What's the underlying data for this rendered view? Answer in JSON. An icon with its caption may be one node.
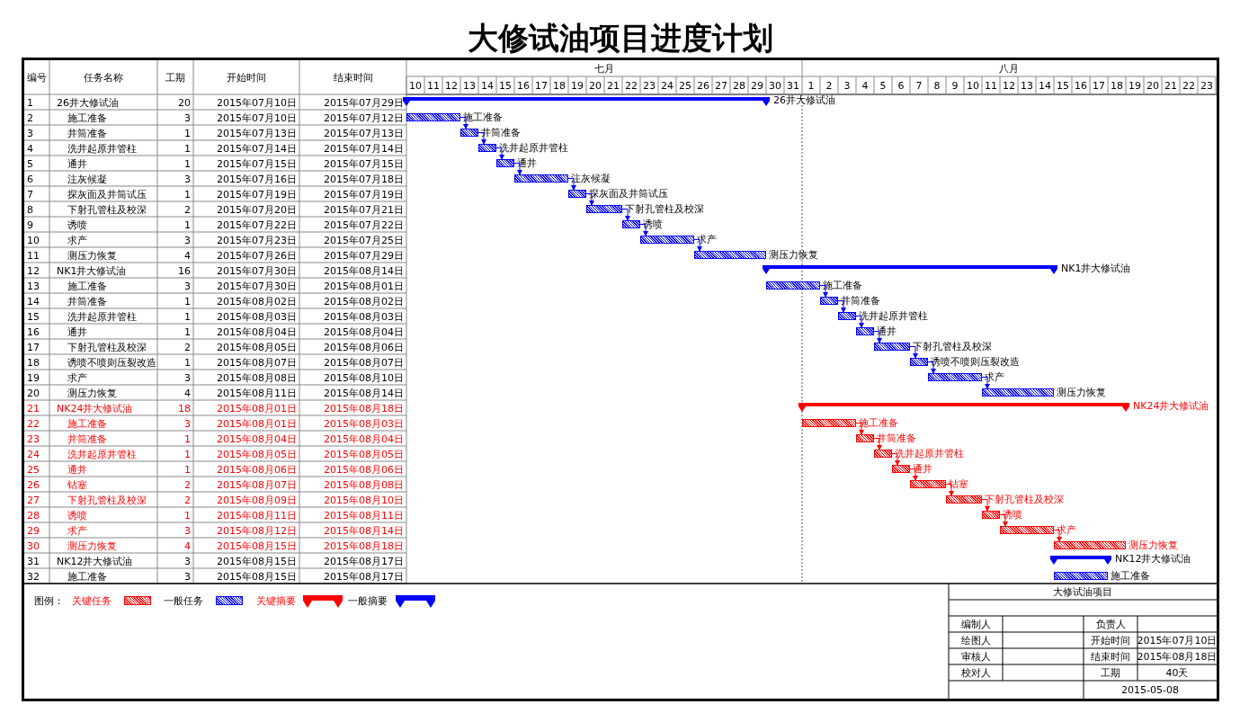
{
  "diagram": {
    "title": "大修试油项目进度计划",
    "nodes": [
      {
        "text": [],
        "shape": "bar",
        "beside": [
          "26井大修试油"
        ]
      },
      {
        "text": [],
        "shape": "bar",
        "beside": [
          "施工准备"
        ]
      },
      {
        "text": [],
        "shape": "bar",
        "beside": [
          "井筒准备"
        ]
      },
      {
        "text": [],
        "shape": "bar",
        "beside": [
          "洗井起原井管柱"
        ]
      },
      {
        "text": [],
        "shape": "bar",
        "beside": [
          "通井"
        ]
      },
      {
        "text": [],
        "shape": "bar",
        "beside": [
          "注灰候凝"
        ]
      },
      {
        "text": [],
        "shape": "bar",
        "beside": [
          "探灰面及井筒试压"
        ]
      },
      {
        "text": [],
        "shape": "bar",
        "beside": [
          "下射孔管柱及校深"
        ]
      },
      {
        "text": [],
        "shape": "bar",
        "beside": [
          "诱喷"
        ]
      },
      {
        "text": [],
        "shape": "bar",
        "beside": [
          "求产"
        ]
      },
      {
        "text": [],
        "shape": "bar",
        "beside": [
          "测压力恢复"
        ]
      },
      {
        "text": [],
        "shape": "bar",
        "beside": [
          "NK1井大修试油"
        ]
      },
      {
        "text": [],
        "shape": "bar",
        "beside": [
          "施工准备"
        ]
      },
      {
        "text": [],
        "shape": "bar",
        "beside": [
          "井筒准备"
        ]
      },
      {
        "text": [],
        "shape": "bar",
        "beside": [
          "洗井起原井管柱"
        ]
      },
      {
        "text": [],
        "shape": "bar",
        "beside": [
          "通井"
        ]
      },
      {
        "text": [],
        "shape": "bar",
        "beside": [
          "下射孔管柱及校深"
        ]
      },
      {
        "text": [],
        "shape": "bar",
        "beside": [
          "诱喷不喷则压裂改造"
        ]
      },
      {
        "text": [],
        "shape": "bar",
        "beside": [
          "求产"
        ]
      },
      {
        "text": [],
        "shape": "bar",
        "beside": [
          "测压力恢复"
        ]
      },
      {
        "text": [],
        "shape": "bar",
        "beside": [
          "NK24井大修试油"
        ]
      },
      {
        "text": [],
        "shape": "bar",
        "beside": [
          "施工准备"
        ]
      },
      {
        "text": [],
        "shape": "bar",
        "beside": [
          "井筒准备"
        ]
      },
      {
        "text": [],
        "shape": "bar",
        "beside": [
          "洗井起原井管柱"
        ]
      },
      {
        "text": [],
        "shape": "bar",
        "beside": [
          "通井"
        ]
      },
      {
        "text": [],
        "shape": "bar",
        "beside": [
          "钻塞"
        ]
      },
      {
        "text": [],
        "shape": "bar",
        "beside": [
          "下射孔管柱及校深"
        ]
      },
      {
        "text": [],
        "shape": "bar",
        "beside": [
          "诱喷"
        ]
      },
      {
        "text": [],
        "shape": "bar",
        "beside": [
          "求产"
        ]
      },
      {
        "text": [],
        "shape": "bar",
        "beside": [
          "测压力恢复"
        ]
      },
      {
        "text": [],
        "shape": "bar",
        "beside": [
          "NK12井大修试油"
        ]
      },
      {
        "text": [],
        "shape": "bar",
        "beside": [
          "施工准备"
        ]
      }
    ],
    "edges": [
      {
        "from": 1,
        "to": 2,
        "arrow": "to"
      },
      {
        "from": 2,
        "to": 3,
        "arrow": "to"
      },
      {
        "from": 3,
        "to": 4,
        "arrow": "to"
      },
      {
        "from": 4,
        "to": 5,
        "arrow": "to"
      },
      {
        "from": 5,
        "to": 6,
        "arrow": "to"
      },
      {
        "from": 6,
        "to": 7,
        "arrow": "to"
      },
      {
        "from": 7,
        "to": 8,
        "arrow": "to"
      },
      {
        "from": 8,
        "to": 9,
        "arrow": "to"
      },
      {
        "from": 9,
        "to": 10,
        "arrow": "to"
      },
      {
        "from": 12,
        "to": 13,
        "arrow": "to"
      },
      {
        "from": 13,
        "to": 14,
        "arrow": "to"
      },
      {
        "from": 14,
        "to": 15,
        "arrow": "to"
      },
      {
        "from": 15,
        "to": 16,
        "arrow": "to"
      },
      {
        "from": 16,
        "to": 17,
        "arrow": "to"
      },
      {
        "from": 17,
        "to": 18,
        "arrow": "to"
      },
      {
        "from": 18,
        "to": 19,
        "arrow": "to"
      },
      {
        "from": 21,
        "to": 22,
        "arrow": "to",
        "color": "#ff0000"
      },
      {
        "from": 22,
        "to": 23,
        "arrow": "to",
        "color": "#ff0000"
      },
      {
        "from": 23,
        "to": 24,
        "arrow": "to",
        "color": "#ff0000"
      },
      {
        "from": 24,
        "to": 25,
        "arrow": "to",
        "color": "#ff0000"
      },
      {
        "from": 25,
        "to": 26,
        "arrow": "to",
        "color": "#ff0000"
      },
      {
        "from": 26,
        "to": 27,
        "arrow": "to",
        "color": "#ff0000"
      },
      {
        "from": 27,
        "to": 28,
        "arrow": "to",
        "color": "#ff0000"
      },
      {
        "from": 28,
        "to": 29,
        "arrow": "to",
        "color": "#ff0000"
      }
    ],
    "labels": [
      "编号",
      "任务名称",
      "工期",
      "开始时间",
      "结束时间",
      "七月",
      "八月",
      "10",
      "11",
      "12",
      "13",
      "14",
      "15",
      "16",
      "17",
      "18",
      "19",
      "20",
      "21",
      "22",
      "23",
      "24",
      "25",
      "26",
      "27",
      "28",
      "29",
      "30",
      "31",
      "1",
      "2",
      "3",
      "4",
      "5",
      "6",
      "7",
      "8",
      "9",
      "10",
      "11",
      "12",
      "13",
      "14",
      "15",
      "16",
      "17",
      "18",
      "19",
      "20",
      "21",
      "22",
      "23",
      "1",
      "26井大修试油",
      "20",
      "2015年07月10日",
      "2015年07月29日",
      "2",
      "施工准备",
      "3",
      "2015年07月10日",
      "2015年07月12日",
      "3",
      "井筒准备",
      "1",
      "2015年07月13日",
      "2015年07月13日",
      "4",
      "洗井起原井管柱",
      "1",
      "2015年07月14日",
      "2015年07月14日",
      "5",
      "通井",
      "1",
      "2015年07月15日",
      "2015年07月15日",
      "6",
      "注灰候凝",
      "3",
      "2015年07月16日",
      "2015年07月18日",
      "7",
      "探灰面及井筒试压",
      "1",
      "2015年07月19日",
      "2015年07月19日",
      "8",
      "下射孔管柱及校深",
      "2",
      "2015年07月20日",
      "2015年07月21日",
      "9",
      "诱喷",
      "1",
      "2015年07月22日",
      "2015年07月22日",
      "10",
      "求产",
      "3",
      "2015年07月23日",
      "2015年07月25日",
      "11",
      "测压力恢复",
      "4",
      "2015年07月26日",
      "2015年07月29日",
      "12",
      "NK1井大修试油",
      "16",
      "2015年07月30日",
      "2015年08月14日",
      "13",
      "施工准备",
      "3",
      "2015年07月30日",
      "2015年08月01日",
      "14",
      "井筒准备",
      "1",
      "2015年08月02日",
      "2015年08月02日",
      "15",
      "洗井起原井管柱",
      "1",
      "2015年08月03日",
      "2015年08月03日",
      "16",
      "通井",
      "1",
      "2015年08月04日",
      "2015年08月04日",
      "17",
      "下射孔管柱及校深",
      "2",
      "2015年08月05日",
      "2015年08月06日",
      "18",
      "诱喷不喷则压裂改造",
      "1",
      "2015年08月07日",
      "2015年08月07日",
      "19",
      "求产",
      "3",
      "2015年08月08日",
      "2015年08月10日",
      "20",
      "测压力恢复",
      "4",
      "2015年08月11日",
      "2015年08月14日",
      "21",
      "NK24井大修试油",
      "18",
      "2015年08月01日",
      "2015年08月18日",
      "22",
      "施工准备",
      "3",
      "2015年08月01日",
      "2015年08月03日",
      "23",
      "井筒准备",
      "1",
      "2015年08月04日",
      "2015年08月04日",
      "24",
      "洗井起原井管柱",
      "1",
      "2015年08月05日",
      "2015年08月05日",
      "25",
      "通井",
      "1",
      "2015年08月06日",
      "2015年08月06日",
      "26",
      "钻塞",
      "2",
      "2015年08月07日",
      "2015年08月08日",
      "27",
      "下射孔管柱及校深",
      "2",
      "2015年08月09日",
      "2015年08月10日",
      "28",
      "诱喷",
      "1",
      "2015年08月11日",
      "2015年08月11日",
      "29",
      "求产",
      "3",
      "2015年08月12日",
      "2015年08月14日",
      "30",
      "测压力恢复",
      "4",
      "2015年08月15日",
      "2015年08月18日",
      "31",
      "NK12井大修试油",
      "3",
      "2015年08月15日",
      "2015年08月17日",
      "32",
      "施工准备",
      "3",
      "2015年08月15日",
      "2015年08月17日",
      "图例：",
      "大修试油项目",
      "编制人",
      "负责人",
      "绘图人",
      "开始时间",
      "2015年07月10日",
      "审核人",
      "结束时间",
      "2015年08月18日",
      "校对人",
      "工期",
      "40天",
      "2015-05-08"
    ],
    "legend": [
      {
        "text": "关键任务"
      },
      {
        "text": "一般任务"
      },
      {
        "text": "关键摘要"
      },
      {
        "text": "一般摘要"
      }
    ]
  }
}
